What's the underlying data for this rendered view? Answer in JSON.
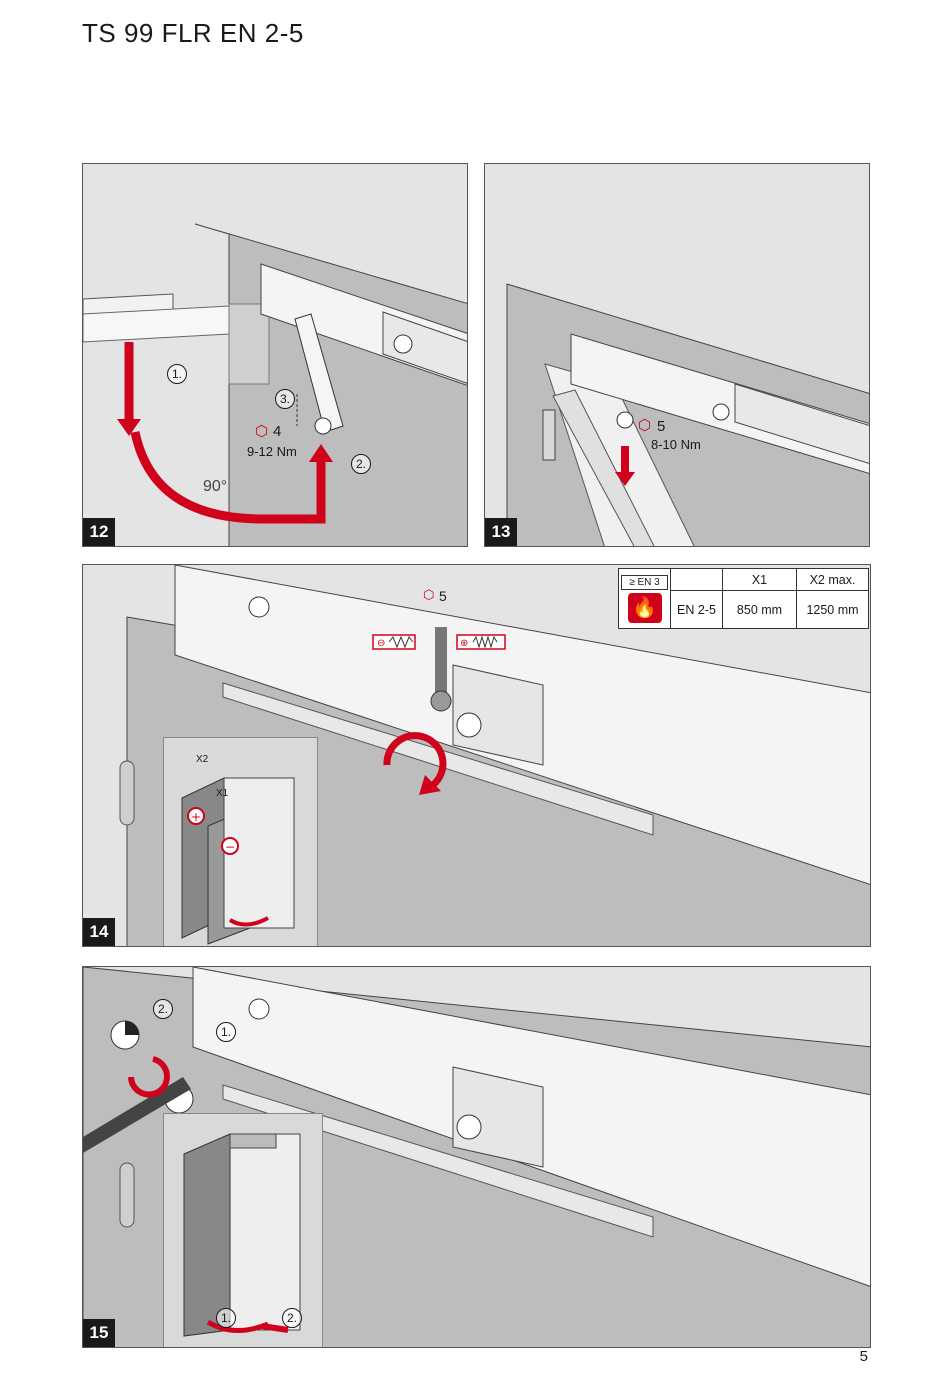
{
  "page": {
    "title": "TS 99 FLR EN 2-5",
    "page_number": "5"
  },
  "colors": {
    "accent_red": "#d0021b",
    "panel_bg": "#e4e4e4",
    "wall": "#bdbdbd",
    "ink": "#1a1a1a"
  },
  "step12": {
    "badge": "12",
    "callout_1": "1.",
    "callout_2": "2.",
    "callout_3": "3.",
    "screw_ref": "4",
    "torque": "9-12 Nm",
    "angle": "90°",
    "icon": "hex-key-icon"
  },
  "step13": {
    "badge": "13",
    "screw_ref": "5",
    "torque": "8-10 Nm",
    "icon": "hex-key-icon"
  },
  "step14": {
    "badge": "14",
    "screw_ref": "5",
    "minus_icon": "spring-minus-icon",
    "plus_icon": "spring-plus-icon",
    "inset_x1": "X1",
    "inset_x2": "X2",
    "table": {
      "header_symbol": "≥ EN 3",
      "col_x1": "X1",
      "col_x2": "X2 max.",
      "row_label": "EN 2-5",
      "x1_value": "850 mm",
      "x2_value": "1250 mm",
      "icon": "fire-icon"
    }
  },
  "step15": {
    "badge": "15",
    "callout_1": "1.",
    "callout_2": "2.",
    "inset_callout_1": "1.",
    "inset_callout_2": "2."
  }
}
